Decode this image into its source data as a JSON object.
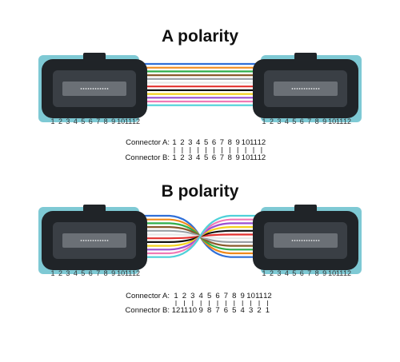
{
  "sections": [
    {
      "title": "A polarity",
      "type": "straight",
      "row_a_label": "Connector A:",
      "row_b_label": "Connector B:",
      "row_a": [
        "1",
        "2",
        "3",
        "4",
        "5",
        "6",
        "7",
        "8",
        "9",
        "10",
        "11",
        "12"
      ],
      "row_b": [
        "1",
        "2",
        "3",
        "4",
        "5",
        "6",
        "7",
        "8",
        "9",
        "10",
        "11",
        "12"
      ]
    },
    {
      "title": "B polarity",
      "type": "crossed",
      "row_a_label": "Connector A:",
      "row_b_label": "Connector B:",
      "row_a": [
        "1",
        "2",
        "3",
        "4",
        "5",
        "6",
        "7",
        "8",
        "9",
        "10",
        "11",
        "12"
      ],
      "row_b": [
        "12",
        "11",
        "10",
        "9",
        "8",
        "7",
        "6",
        "5",
        "4",
        "3",
        "2",
        "1"
      ]
    }
  ],
  "connector_pins": [
    "1",
    "2",
    "3",
    "4",
    "5",
    "6",
    "7",
    "8",
    "9",
    "10",
    "11",
    "12"
  ],
  "colors": {
    "fibers": [
      "#2f6fd8",
      "#f08a1c",
      "#2fae4a",
      "#8a5a2b",
      "#9aa0a6",
      "#e8e8e8",
      "#e2312f",
      "#111111",
      "#f4d21f",
      "#9b4fd1",
      "#f07ab5",
      "#4fd1d9"
    ],
    "connector_body": "#202428",
    "connector_face": "#3a3f45",
    "connector_boot": "#7ec9d4",
    "ferrule": "#6b7076"
  }
}
